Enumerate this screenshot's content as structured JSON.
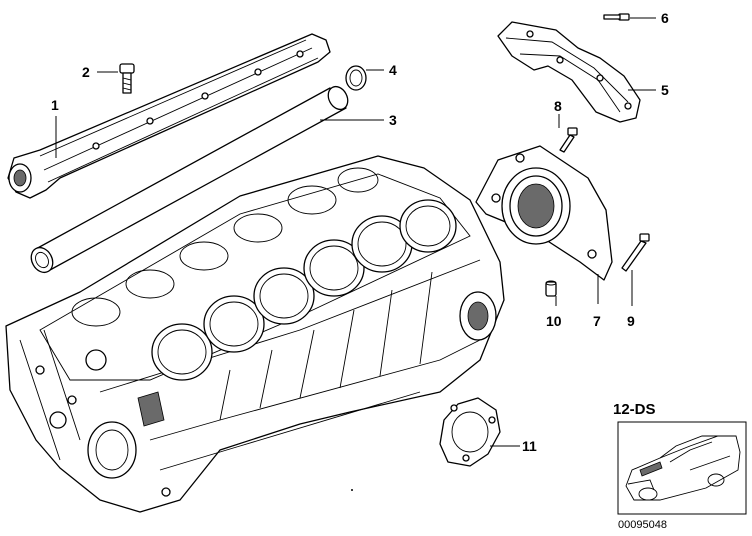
{
  "callouts": {
    "c1": "1",
    "c2": "2",
    "c3": "3",
    "c4": "4",
    "c5": "5",
    "c6": "6",
    "c7": "7",
    "c8": "8",
    "c9": "9",
    "c10": "10",
    "c11": "11"
  },
  "inset": {
    "title": "12-DS",
    "image_code": "00095048"
  }
}
